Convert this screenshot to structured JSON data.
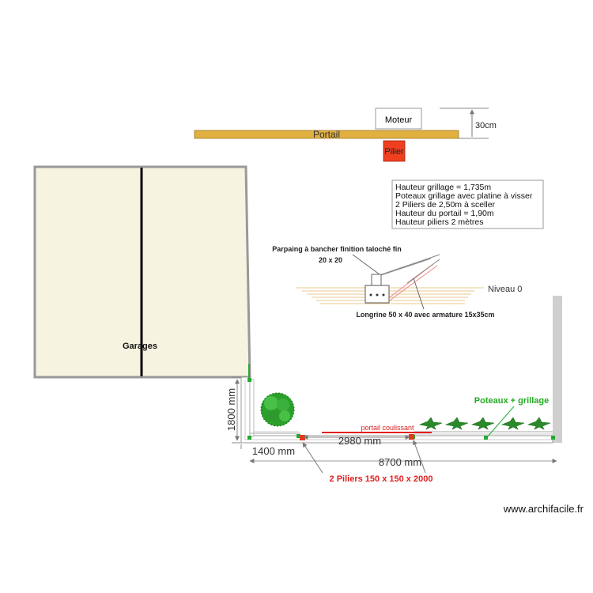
{
  "labels": {
    "moteur": "Moteur",
    "dim_30cm": "30cm",
    "portail": "Portail",
    "pilier": "Pilier",
    "garages": "Garages",
    "niveau0": "Niveau 0",
    "parpaing_line1": "Parpaing à bancher finition taloché fin",
    "parpaing_line2": "20 x 20",
    "longrine": "Longrine 50 x 40 avec armature 15x35cm",
    "poteaux_grillage": "Poteaux + grillage",
    "portail_coulissant": "portail coulissant",
    "piliers_note": "2 Piliers 150 x 150 x 2000",
    "website": "www.archifacile.fr"
  },
  "notes": [
    "Hauteur  grillage = 1,735m",
    "Poteaux grillage avec platine à visser",
    "2 Piliers de 2,50m à sceller",
    "Hauteur du portail = 1,90m",
    "Hauteur piliers 2 mètres"
  ],
  "dimensions": {
    "d1800": "1800 mm",
    "d1400": "1400 mm",
    "d2980": "2980 mm",
    "d8700": "8700 mm"
  },
  "colors": {
    "portail": "#e0b040",
    "pilier": "#f04020",
    "garage_fill": "#f7f3e1",
    "wall": "#b8b8b8",
    "post": "#22aa33",
    "red_label": "#e02020",
    "green_label": "#22aa22"
  }
}
